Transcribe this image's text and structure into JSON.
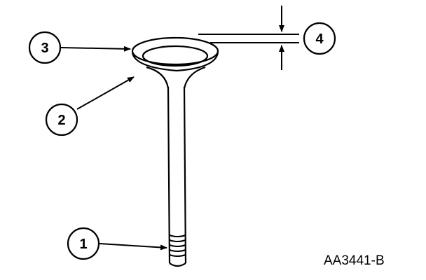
{
  "callouts": [
    {
      "id": "1",
      "label": "1"
    },
    {
      "id": "2",
      "label": "2"
    },
    {
      "id": "3",
      "label": "3"
    },
    {
      "id": "4",
      "label": "4"
    }
  ],
  "figure_code": "AA3441-B",
  "colors": {
    "ink": "#000000",
    "paper": "#ffffff"
  }
}
